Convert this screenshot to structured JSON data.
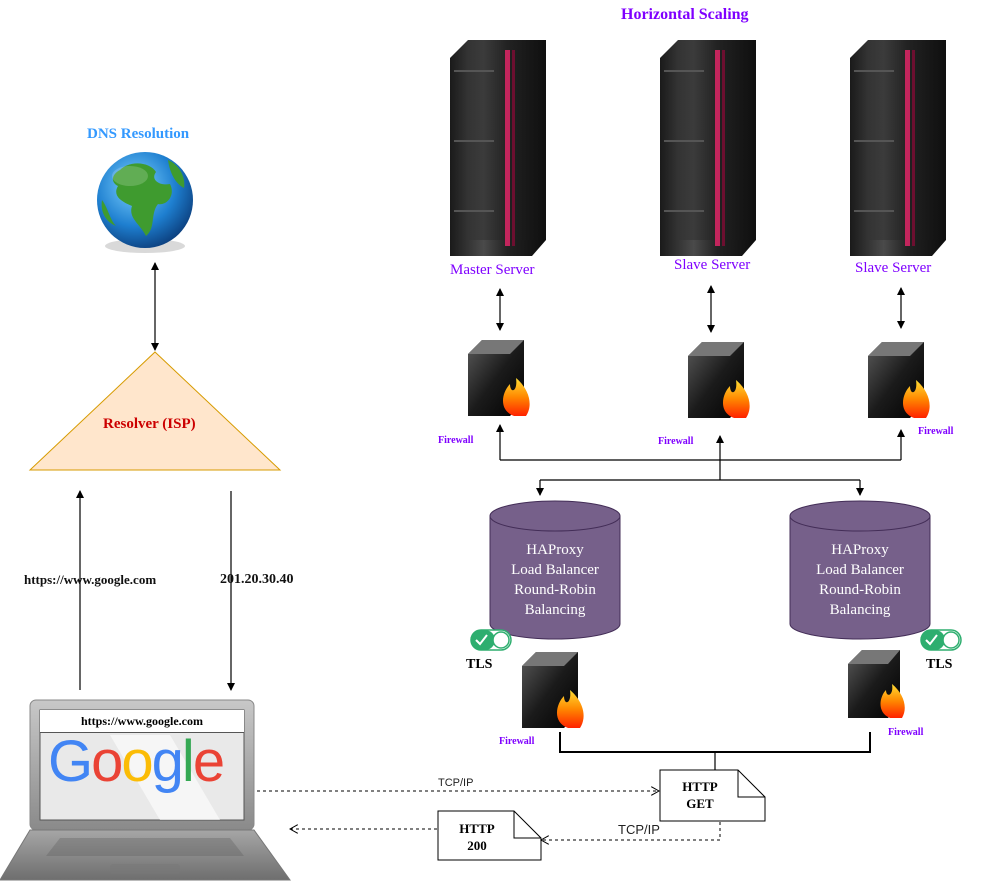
{
  "titles": {
    "horizontal_scaling": "Horizontal Scaling",
    "dns_resolution": "DNS Resolution"
  },
  "servers": [
    {
      "label": "Master Server"
    },
    {
      "label": "Slave Server"
    },
    {
      "label": "Slave Server"
    }
  ],
  "firewalls": {
    "label": "Firewall"
  },
  "load_balancers": [
    {
      "line1": "HAProxy",
      "line2": "Load Balancer",
      "line3": "Round-Robin",
      "line4": "Balancing"
    },
    {
      "line1": "HAProxy",
      "line2": "Load Balancer",
      "line3": "Round-Robin",
      "line4": "Balancing"
    }
  ],
  "tls": {
    "label": "TLS"
  },
  "resolver": {
    "label": "Resolver (ISP)"
  },
  "edges": {
    "request_url": "https://www.google.com",
    "resolved_ip": "201.20.30.40",
    "tcp_ip_1": "TCP/IP",
    "tcp_ip_2": "TCP/IP"
  },
  "laptop": {
    "url_bar": "https://www.google.com",
    "logo_text": "Google"
  },
  "documents": {
    "http_get_line1": "HTTP",
    "http_get_line2": "GET",
    "http_200_line1": "HTTP",
    "http_200_line2": "200"
  },
  "colors": {
    "title_purple": "#7f00ff",
    "dns_blue": "#3399ff",
    "lb_fill": "#76608a",
    "resolver_fill": "#ffe6cc",
    "resolver_text": "#cc0000",
    "toggle_green": "#2eae6f"
  },
  "icons": [
    "server-rack-icon",
    "firewall-icon",
    "globe-icon",
    "laptop-icon",
    "toggle-on-icon"
  ]
}
